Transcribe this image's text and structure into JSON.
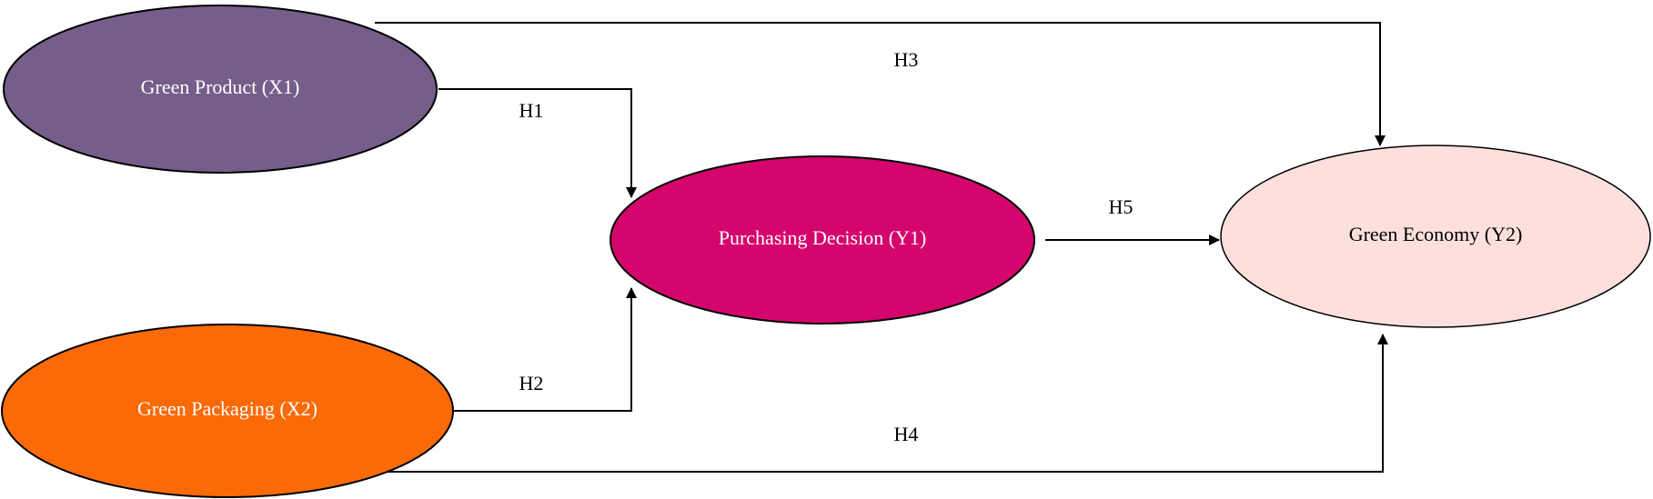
{
  "nodes": {
    "x1": {
      "label": "Green Product (X1)",
      "fill": "#755e8a",
      "text_color": "#ffffff"
    },
    "x2": {
      "label": "Green Packaging (X2)",
      "fill": "#fa6a07",
      "text_color": "#ffffff"
    },
    "y1": {
      "label": "Purchasing Decision (Y1)",
      "fill": "#d4056c",
      "text_color": "#ffffff"
    },
    "y2": {
      "label": "Green Economy (Y2)",
      "fill": "#fde0dc",
      "text_color": "#000000"
    }
  },
  "edges": {
    "h1": {
      "label": "H1",
      "from": "Green Product (X1)",
      "to": "Purchasing Decision (Y1)"
    },
    "h2": {
      "label": "H2",
      "from": "Green Packaging (X2)",
      "to": "Purchasing Decision (Y1)"
    },
    "h3": {
      "label": "H3",
      "from": "Green Product (X1)",
      "to": "Green Economy (Y2)"
    },
    "h4": {
      "label": "H4",
      "from": "Green Packaging (X2)",
      "to": "Green Economy (Y2)"
    },
    "h5": {
      "label": "H5",
      "from": "Purchasing Decision (Y1)",
      "to": "Green Economy (Y2)"
    }
  }
}
